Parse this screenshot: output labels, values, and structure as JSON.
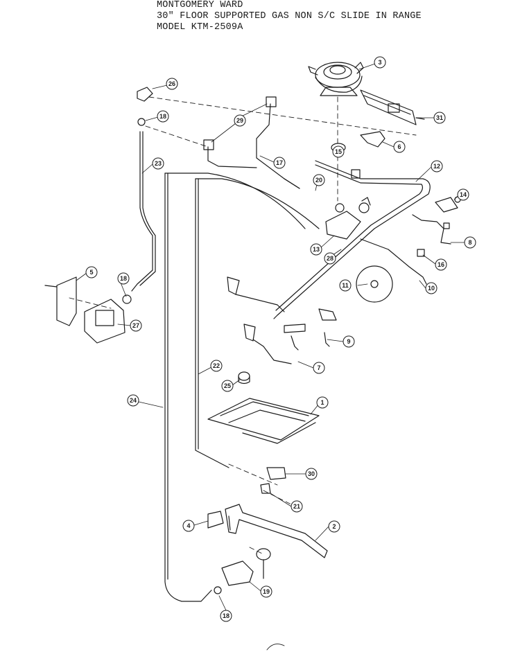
{
  "header": {
    "line1": "MONTGOMERY WARD",
    "line2": "30\" FLOOR SUPPORTED GAS NON S/C SLIDE IN RANGE",
    "line3": "MODEL KTM-2509A"
  },
  "colors": {
    "ink": "#1a1a1a",
    "paper": "#ffffff"
  },
  "callouts": [
    "3",
    "26",
    "18",
    "29",
    "31",
    "6",
    "15",
    "17",
    "12",
    "23",
    "20",
    "14",
    "13",
    "28",
    "8",
    "16",
    "5",
    "18",
    "11",
    "10",
    "27",
    "9",
    "7",
    "22",
    "25",
    "1",
    "24",
    "30",
    "21",
    "4",
    "2",
    "19",
    "18"
  ]
}
